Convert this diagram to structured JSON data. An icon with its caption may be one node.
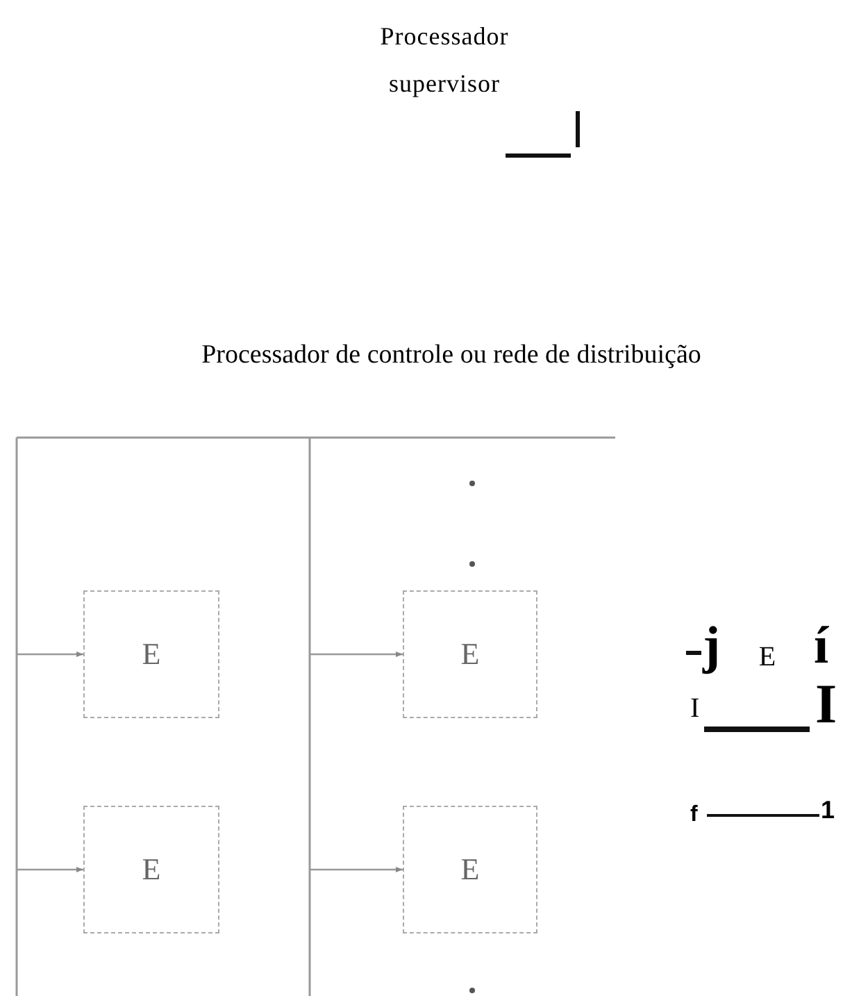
{
  "diagram": {
    "nodes": [
      {
        "text": [
          "Processador supervisor"
        ]
      },
      {
        "text": [
          "Processador de controle ou rede de distribuição"
        ]
      },
      {
        "text": [
          "E"
        ]
      },
      {
        "text": [
          "E"
        ]
      },
      {
        "text": [
          "E"
        ]
      },
      {
        "text": [
          "E"
        ]
      },
      {
        "text": [
          "E"
        ]
      }
    ],
    "edges": [
      {
        "from": null,
        "to": 2,
        "arrow": "to"
      },
      {
        "from": null,
        "to": 3,
        "arrow": "to"
      },
      {
        "from": null,
        "to": 4,
        "arrow": "to"
      },
      {
        "from": null,
        "to": 5,
        "arrow": "to"
      }
    ],
    "labels": [
      "j",
      "í",
      "I",
      "I",
      "f",
      "1"
    ]
  }
}
